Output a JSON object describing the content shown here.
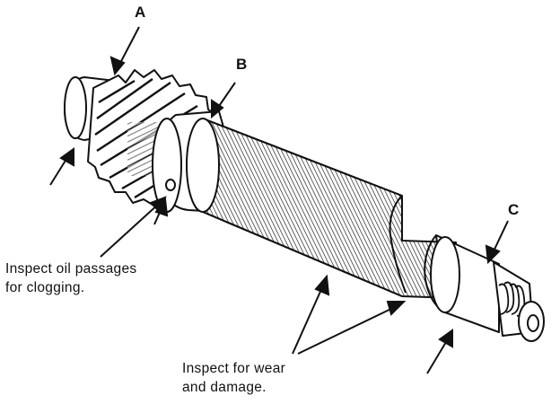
{
  "callouts": {
    "a": "A",
    "b": "B",
    "c": "C"
  },
  "notes": {
    "oil_line1": "Inspect oil passages",
    "oil_line2": "for clogging.",
    "wear_line1": "Inspect for wear",
    "wear_line2": "and damage."
  },
  "colors": {
    "ink": "#111111",
    "paper": "#ffffff"
  }
}
